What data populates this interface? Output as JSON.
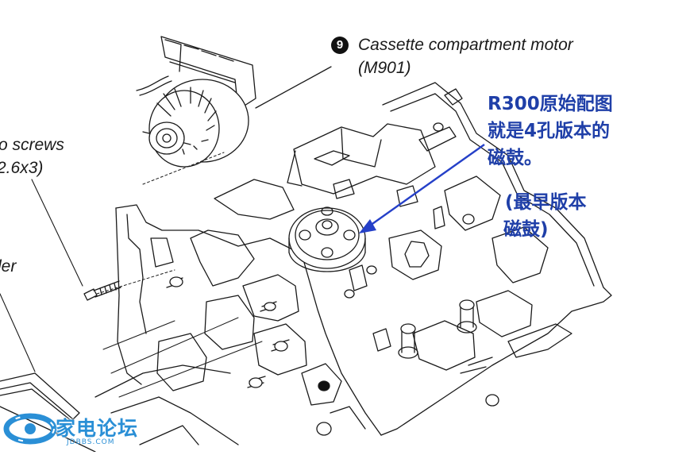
{
  "labels": {
    "motor_number": "9",
    "motor_line1": "Cassette compartment motor",
    "motor_line2": "(M901)",
    "screws_line1": "o screws",
    "screws_line2": "2.6x3)",
    "partial_left": "der"
  },
  "annotation": {
    "line1": "R300原始配图",
    "line2": "就是4孔版本的",
    "line3": "磁鼓。",
    "line4": "(最早版本",
    "line5": "磁鼓)"
  },
  "watermark": {
    "cn": "家电论坛",
    "en": "JDBBS.COM"
  },
  "colors": {
    "annotation": "#1f3fa8",
    "arrow": "#2540c8",
    "watermark": "#2a8fd6",
    "line_art": "#1a1a1a"
  }
}
